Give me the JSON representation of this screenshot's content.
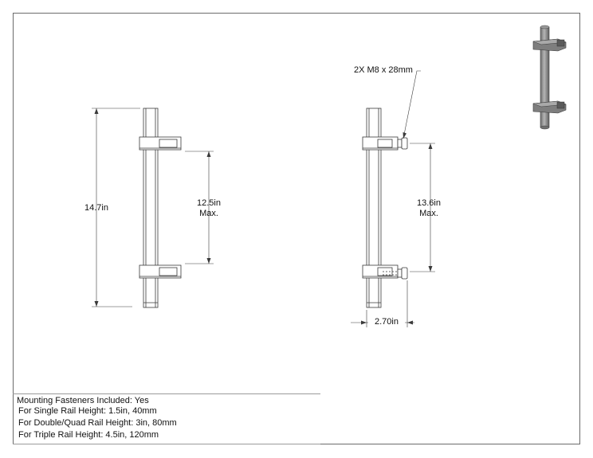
{
  "dimensions": {
    "overall_height": "14.7in",
    "left_max_value": "12.5in",
    "left_max_suffix": "Max.",
    "right_max_value": "13.6in",
    "right_max_suffix": "Max.",
    "width": "2.70in",
    "fastener_callout": "2X M8 x 28mm"
  },
  "notes": [
    "Mounting Fasteners Included: Yes",
    "For Single Rail Height: 1.5in, 40mm",
    "For Double/Quad Rail Height: 3in, 80mm",
    "For Triple Rail Height: 4.5in, 120mm"
  ],
  "colors": {
    "line": "#3a3a3a",
    "render_body": "#8a8a8a",
    "render_dark": "#555555"
  }
}
